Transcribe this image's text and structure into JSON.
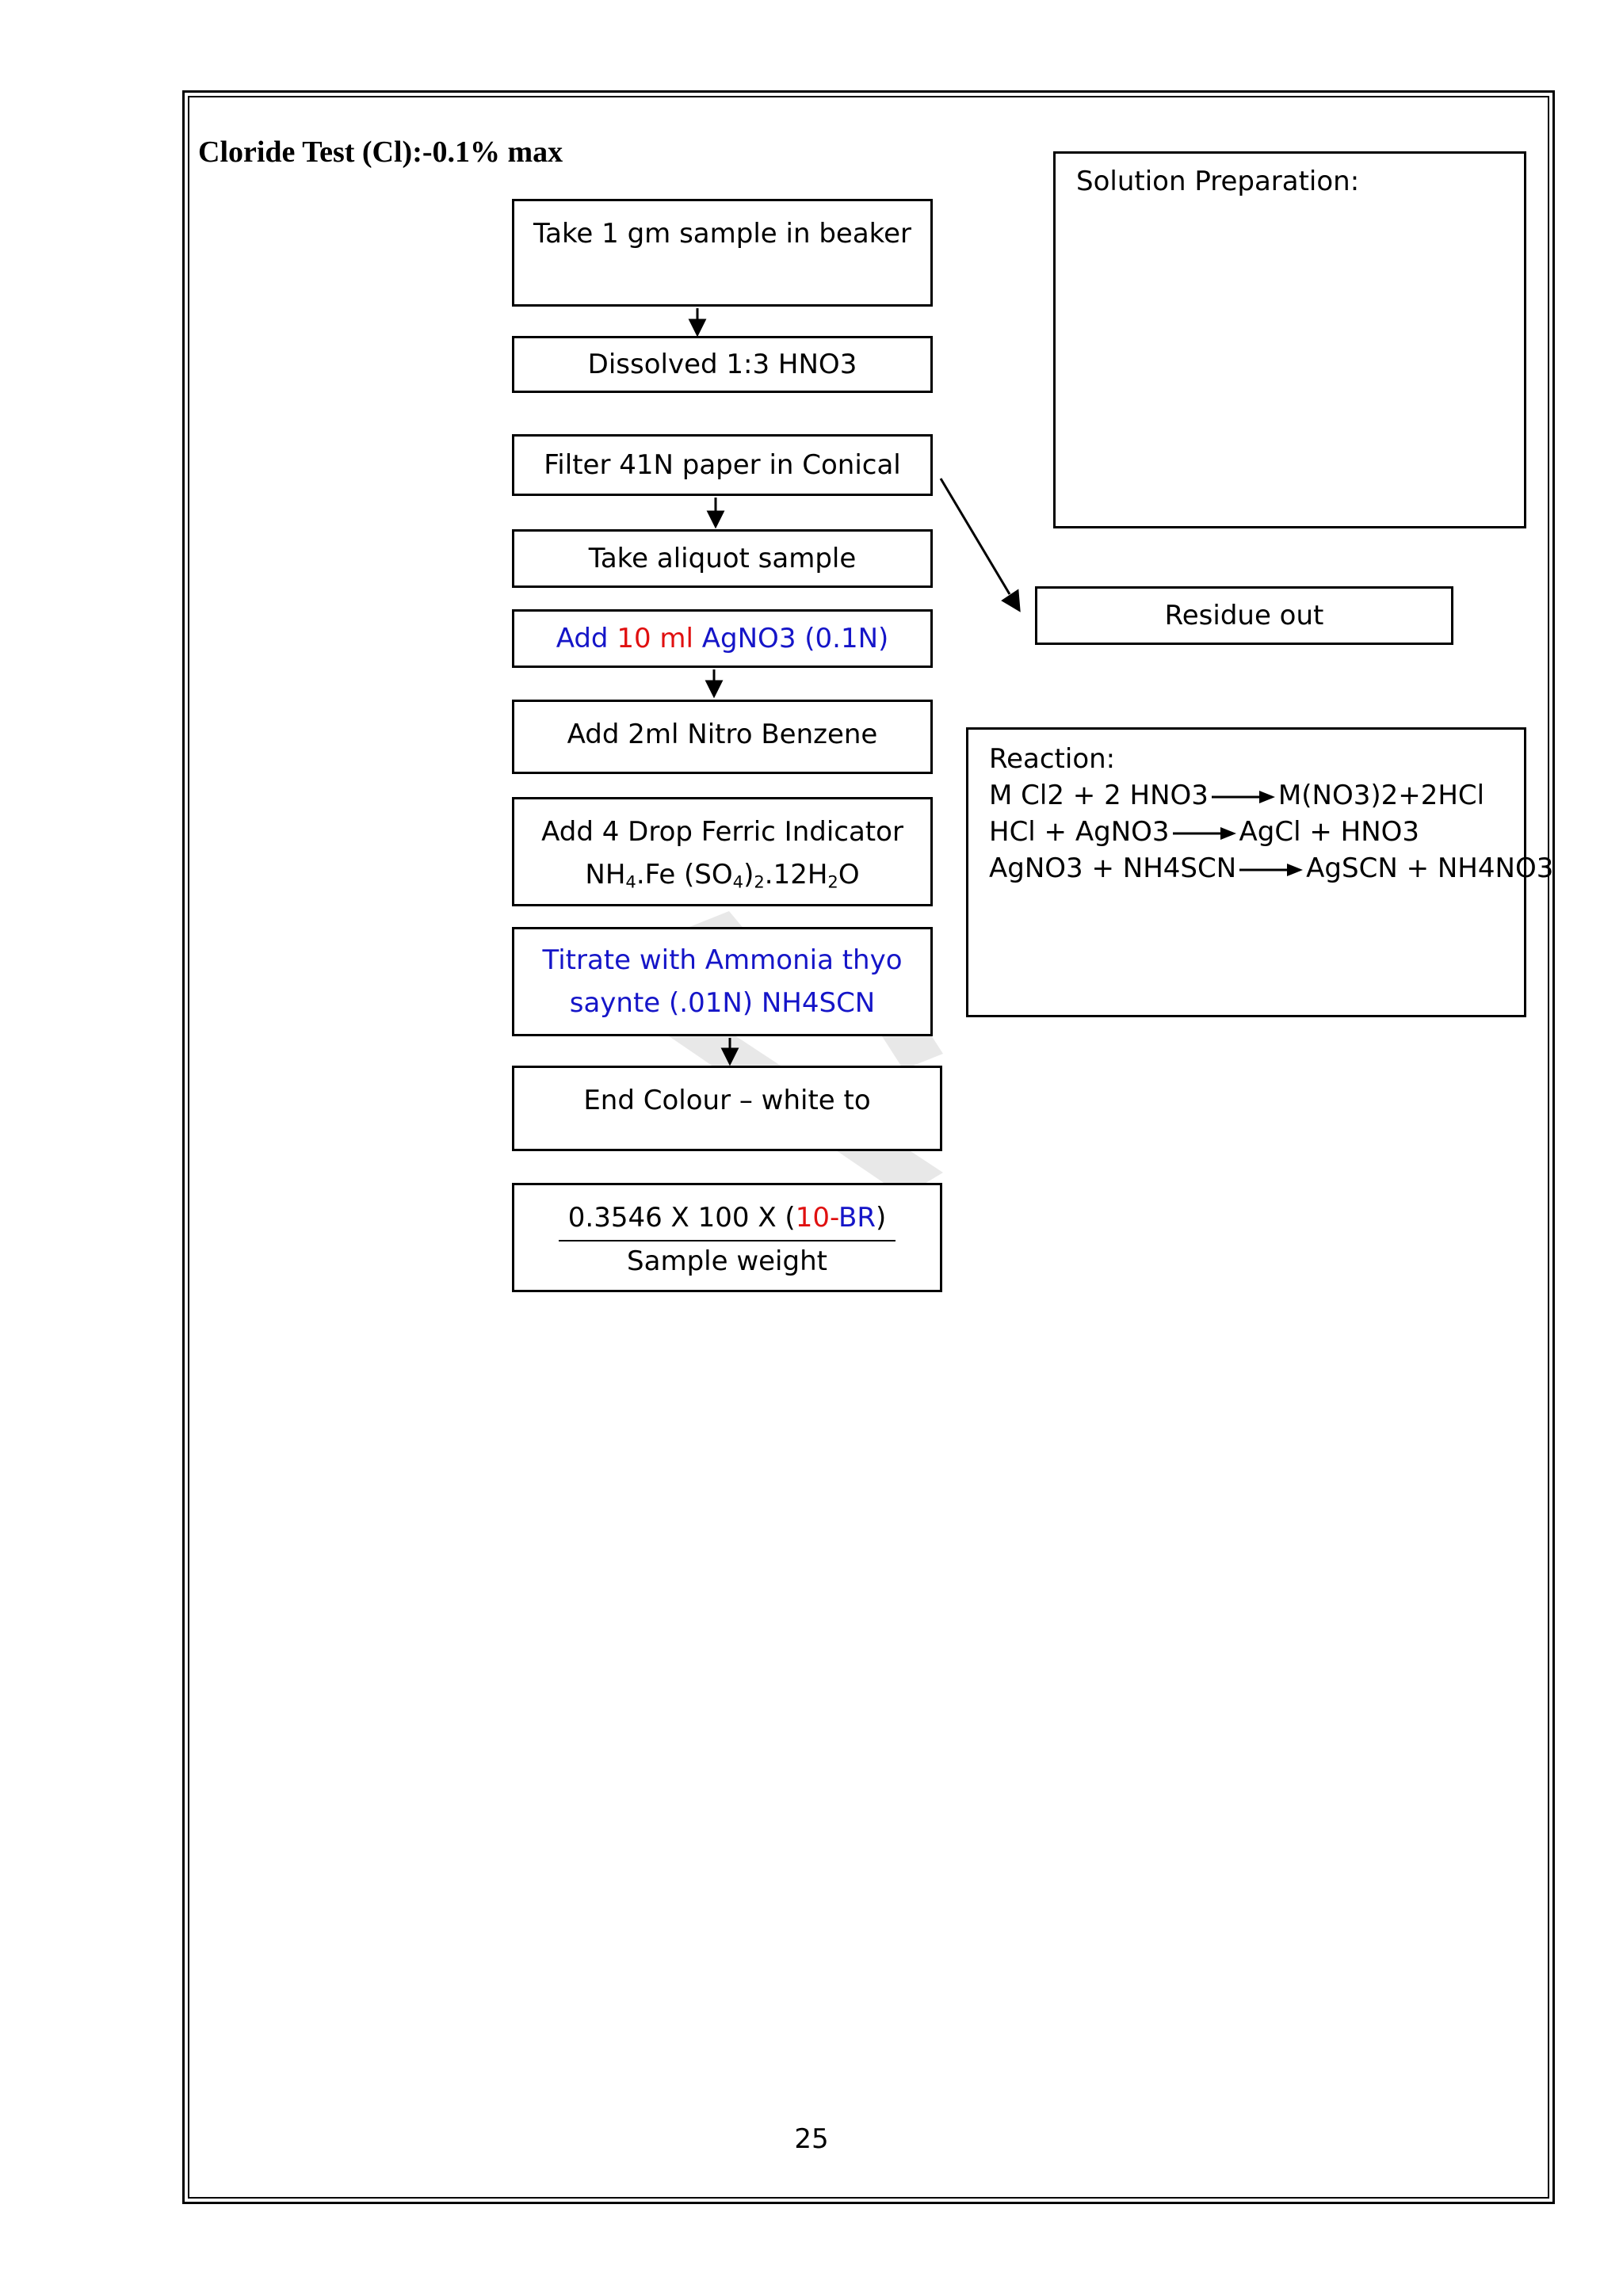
{
  "title": "Cloride Test (Cl):-0.1% max",
  "flow": {
    "step1": "Take 1 gm sample in beaker",
    "step2": "Dissolved 1:3 HNO3",
    "step3": "Filter 41N paper in Conical",
    "step4": "Take aliquot sample",
    "step5": {
      "a": "Add ",
      "b": "10 ml",
      "c": " AgNO3 (0.1N)"
    },
    "step6": "Add 2ml Nitro Benzene",
    "step7": {
      "line1": "Add 4 Drop Ferric Indicator",
      "nh": "NH",
      "nh_sub": "4",
      "fe": ".Fe (SO",
      "so_sub": "4",
      "paren": ")",
      "paren_sub": "2",
      "h": ".12H",
      "h_sub": "2",
      "o": "O"
    },
    "step8": {
      "line1": "Titrate with Ammonia thyo",
      "line2": "saynte (.01N) NH4SCN"
    },
    "step9": "End Colour – white to",
    "formula": {
      "pre": "0.3546 X 100 X (",
      "ten": "10",
      "dash": "-",
      "br": "BR",
      "post": ")",
      "denominator": "Sample weight"
    }
  },
  "residue": "Residue out",
  "solution_prep": {
    "label": "Solution Preparation:"
  },
  "reaction": {
    "label": "Reaction:",
    "lines": [
      {
        "left": "M Cl2 + 2 HNO3",
        "right": "M(NO3)2+2HCl"
      },
      {
        "left": "HCl + AgNO3",
        "right": "AgCl + HNO3"
      },
      {
        "left": "AgNO3 + NH4SCN",
        "right": "AgSCN + NH4NO3"
      }
    ]
  },
  "page_number": "25",
  "colors": {
    "blue_text": "#1515c8",
    "red_text": "#e01010"
  }
}
